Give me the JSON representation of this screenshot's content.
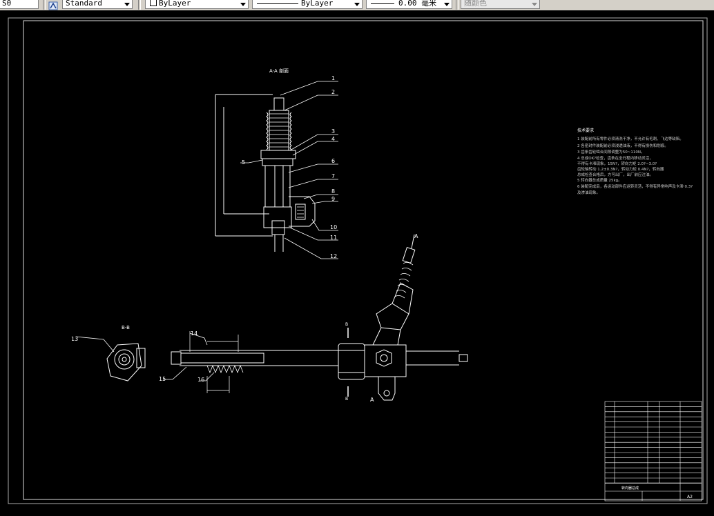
{
  "toolbar": {
    "partial_left": "S0",
    "text_style": "Standard",
    "layer": "ByLayer",
    "linetype": "ByLayer",
    "lineweight": "0.00 毫米",
    "plot_style": "随颜色"
  },
  "drawing": {
    "section_aa": "A-A 剖面",
    "section_bb": "B-B",
    "view_a": "A",
    "view_b": "B",
    "callouts": [
      "1",
      "2",
      "3",
      "4",
      "5",
      "6",
      "7",
      "8",
      "9",
      "10",
      "11",
      "12",
      "13",
      "14",
      "15",
      "16"
    ],
    "notes_title": "技术要求",
    "notes": [
      "1  装配前所有零件必须清洗干净，不允许有毛刺、飞边等缺陷。",
      "2  各密封件装配前必须浸透油液，不得有损伤和划痕。",
      "3  齿条齿轮啮合间隙调整为50~110N。",
      "4  总成OK?检查，齿条在全行程内移动灵活，",
      "   不得有卡滞现象，15N?，转向力矩 2.0?~3.0?",
      "   齿轮轴转动 1.2±0.3N?，转动力矩 0.4N?，转向器",
      "   总成检查合格后，方可出厂，出厂前应注油。",
      "5  转向器总成质量 25kg。",
      "6  装配完成后，各运动部件应运转灵活，不得有异常响声及卡滞 0.3?",
      "   及渗油现象。"
    ],
    "title_block": {
      "assembly": "转向器总成",
      "sheet": "A2"
    }
  }
}
